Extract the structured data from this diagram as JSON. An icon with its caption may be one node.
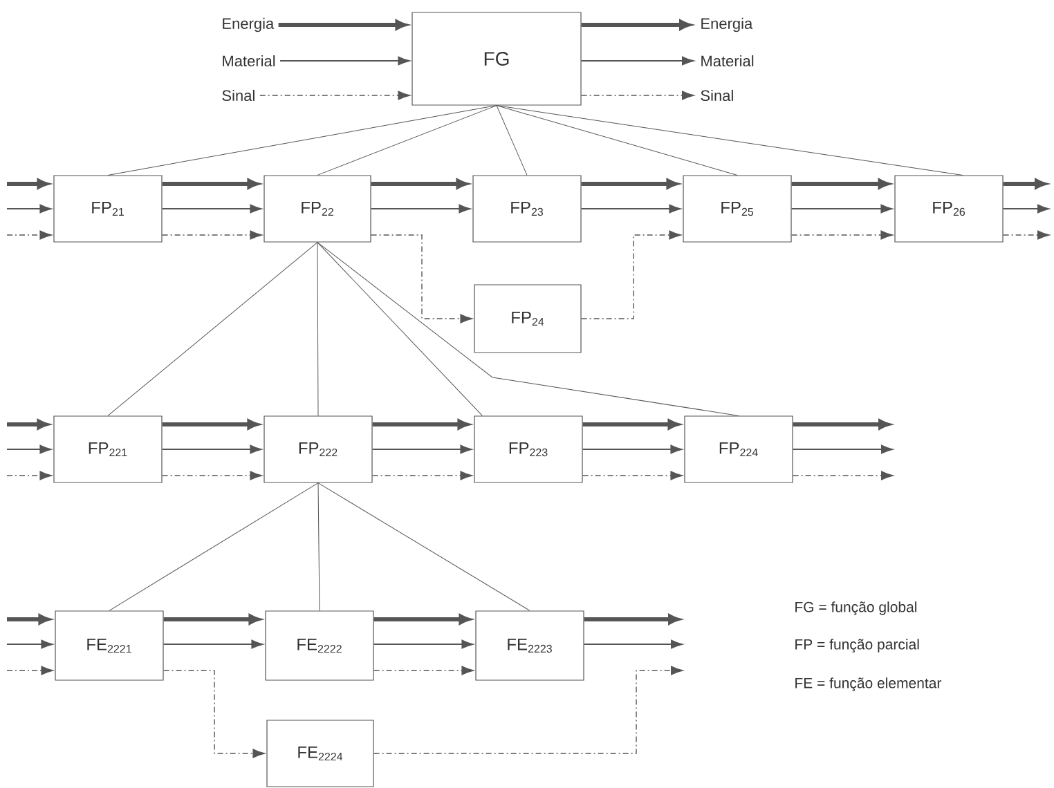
{
  "diagram": {
    "nodes": [
      {
        "text": [
          "Energia"
        ]
      },
      {
        "text": [
          "Material"
        ]
      },
      {
        "text": [
          "Sinal"
        ]
      },
      {
        "text": [
          "FG"
        ]
      },
      {
        "text": [
          "Energia"
        ]
      },
      {
        "text": [
          "Material"
        ]
      },
      {
        "text": [
          "Sinal"
        ]
      },
      {
        "text": [
          "FP$_{21}$"
        ]
      },
      {
        "text": [
          "FP$_{22}$"
        ]
      },
      {
        "text": [
          "FP$_{23}$"
        ]
      },
      {
        "text": [
          "FP$_{25}$"
        ]
      },
      {
        "text": [
          "FP$_{26}$"
        ]
      },
      {
        "text": [
          "FP$_{24}$"
        ]
      },
      {
        "text": [
          "FP$_{221}$"
        ]
      },
      {
        "text": [
          "FP$_{222}$"
        ]
      },
      {
        "text": [
          "FP$_{223}$"
        ]
      },
      {
        "text": [
          "FP$_{224}$"
        ]
      },
      {
        "text": [
          "FE$_{2221}$"
        ]
      },
      {
        "text": [
          "FE$_{2222}$"
        ]
      },
      {
        "text": [
          "FE$_{2223}$"
        ]
      },
      {
        "text": [
          "FE$_{2224}$"
        ]
      }
    ],
    "edges": [
      {
        "from": 0,
        "to": 3,
        "arrow": "to",
        "style": "thick"
      },
      {
        "from": 1,
        "to": 3,
        "arrow": "to"
      },
      {
        "from": 2,
        "to": 3,
        "arrow": "to",
        "style": "dashed"
      },
      {
        "from": 3,
        "to": 4,
        "arrow": "to",
        "style": "thick"
      },
      {
        "from": 3,
        "to": 5,
        "arrow": "to"
      },
      {
        "from": 3,
        "to": 6,
        "arrow": "to",
        "style": "dashed"
      },
      {
        "from": 3,
        "to": 7,
        "arrow": "none"
      },
      {
        "from": 3,
        "to": 8,
        "arrow": "none"
      },
      {
        "from": 3,
        "to": 9,
        "arrow": "none"
      },
      {
        "from": 3,
        "to": 10,
        "arrow": "none"
      },
      {
        "from": 3,
        "to": 11,
        "arrow": "none"
      },
      {
        "from": null,
        "to": 7,
        "arrow": "to",
        "style": "thick"
      },
      {
        "from": null,
        "to": 7,
        "arrow": "to"
      },
      {
        "from": null,
        "to": 7,
        "arrow": "to",
        "style": "dashed"
      },
      {
        "from": 7,
        "to": 8,
        "arrow": "to",
        "style": "thick"
      },
      {
        "from": 7,
        "to": 8,
        "arrow": "to"
      },
      {
        "from": 7,
        "to": 8,
        "arrow": "to",
        "style": "dashed"
      },
      {
        "from": 8,
        "to": 9,
        "arrow": "to",
        "style": "thick"
      },
      {
        "from": 8,
        "to": 9,
        "arrow": "to"
      },
      {
        "from": 8,
        "to": 12,
        "arrow": "to",
        "style": "dashed"
      },
      {
        "from": 9,
        "to": 10,
        "arrow": "to",
        "style": "thick"
      },
      {
        "from": 9,
        "to": 10,
        "arrow": "to"
      },
      {
        "from": 12,
        "to": 10,
        "arrow": "to",
        "style": "dashed"
      },
      {
        "from": 10,
        "to": 11,
        "arrow": "to",
        "style": "thick"
      },
      {
        "from": 10,
        "to": 11,
        "arrow": "to"
      },
      {
        "from": 10,
        "to": 11,
        "arrow": "to",
        "style": "dashed"
      },
      {
        "from": 11,
        "to": null,
        "arrow": "to",
        "style": "thick"
      },
      {
        "from": 11,
        "to": null,
        "arrow": "to"
      },
      {
        "from": 11,
        "to": null,
        "arrow": "to",
        "style": "dashed"
      },
      {
        "from": 8,
        "to": 13,
        "arrow": "none"
      },
      {
        "from": 8,
        "to": 14,
        "arrow": "none"
      },
      {
        "from": 8,
        "to": 15,
        "arrow": "none"
      },
      {
        "from": 8,
        "to": 16,
        "arrow": "none"
      },
      {
        "from": null,
        "to": 13,
        "arrow": "to",
        "style": "thick"
      },
      {
        "from": null,
        "to": 13,
        "arrow": "to"
      },
      {
        "from": null,
        "to": 13,
        "arrow": "to",
        "style": "dashed"
      },
      {
        "from": 13,
        "to": 14,
        "arrow": "to",
        "style": "thick"
      },
      {
        "from": 13,
        "to": 14,
        "arrow": "to"
      },
      {
        "from": 13,
        "to": 14,
        "arrow": "to",
        "style": "dashed"
      },
      {
        "from": 14,
        "to": 15,
        "arrow": "to",
        "style": "thick"
      },
      {
        "from": 14,
        "to": 15,
        "arrow": "to"
      },
      {
        "from": 14,
        "to": 15,
        "arrow": "to",
        "style": "dashed"
      },
      {
        "from": 15,
        "to": 16,
        "arrow": "to",
        "style": "thick"
      },
      {
        "from": 15,
        "to": 16,
        "arrow": "to"
      },
      {
        "from": 15,
        "to": 16,
        "arrow": "to",
        "style": "dashed"
      },
      {
        "from": 16,
        "to": null,
        "arrow": "to",
        "style": "thick"
      },
      {
        "from": 16,
        "to": null,
        "arrow": "to"
      },
      {
        "from": 16,
        "to": null,
        "arrow": "to",
        "style": "dashed"
      },
      {
        "from": 14,
        "to": 17,
        "arrow": "none"
      },
      {
        "from": 14,
        "to": 18,
        "arrow": "none"
      },
      {
        "from": 14,
        "to": 19,
        "arrow": "none"
      },
      {
        "from": null,
        "to": 17,
        "arrow": "to",
        "style": "thick"
      },
      {
        "from": null,
        "to": 17,
        "arrow": "to"
      },
      {
        "from": null,
        "to": 17,
        "arrow": "to",
        "style": "dashed"
      },
      {
        "from": 17,
        "to": 18,
        "arrow": "to",
        "style": "thick"
      },
      {
        "from": 17,
        "to": 18,
        "arrow": "to"
      },
      {
        "from": 17,
        "to": 20,
        "arrow": "to",
        "style": "dashed"
      },
      {
        "from": 18,
        "to": 19,
        "arrow": "to",
        "style": "thick"
      },
      {
        "from": 18,
        "to": 19,
        "arrow": "to"
      },
      {
        "from": 18,
        "to": 19,
        "arrow": "to",
        "style": "dashed"
      },
      {
        "from": 19,
        "to": null,
        "arrow": "to",
        "style": "thick"
      },
      {
        "from": 19,
        "to": null,
        "arrow": "to"
      },
      {
        "from": 20,
        "to": null,
        "arrow": "to",
        "style": "dashed"
      }
    ],
    "labels": [
      "FG = função global",
      "FP = função parcial",
      "FE = função elementar"
    ]
  }
}
